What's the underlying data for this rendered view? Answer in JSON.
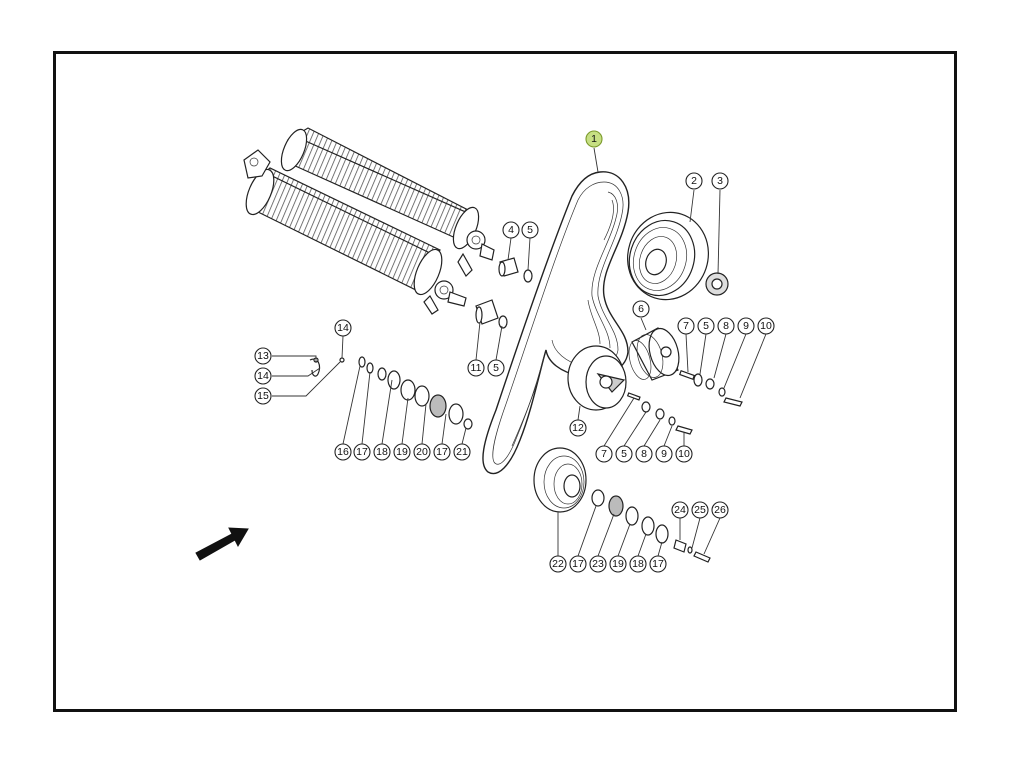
{
  "callouts": [
    {
      "id": "c1",
      "label": "1",
      "highlight": true
    },
    {
      "id": "c2",
      "label": "2"
    },
    {
      "id": "c3",
      "label": "3"
    },
    {
      "id": "c4",
      "label": "4"
    },
    {
      "id": "c5a",
      "label": "5"
    },
    {
      "id": "c6",
      "label": "6"
    },
    {
      "id": "c7a",
      "label": "7"
    },
    {
      "id": "c5b",
      "label": "5"
    },
    {
      "id": "c8a",
      "label": "8"
    },
    {
      "id": "c9a",
      "label": "9"
    },
    {
      "id": "c10a",
      "label": "10"
    },
    {
      "id": "c14a",
      "label": "14"
    },
    {
      "id": "c13",
      "label": "13"
    },
    {
      "id": "c14b",
      "label": "14"
    },
    {
      "id": "c15",
      "label": "15"
    },
    {
      "id": "c11",
      "label": "11"
    },
    {
      "id": "c5c",
      "label": "5"
    },
    {
      "id": "c12",
      "label": "12"
    },
    {
      "id": "c16",
      "label": "16"
    },
    {
      "id": "c17a",
      "label": "17"
    },
    {
      "id": "c18a",
      "label": "18"
    },
    {
      "id": "c19a",
      "label": "19"
    },
    {
      "id": "c20",
      "label": "20"
    },
    {
      "id": "c17b",
      "label": "17"
    },
    {
      "id": "c21",
      "label": "21"
    },
    {
      "id": "c7b",
      "label": "7"
    },
    {
      "id": "c5d",
      "label": "5"
    },
    {
      "id": "c8b",
      "label": "8"
    },
    {
      "id": "c9b",
      "label": "9"
    },
    {
      "id": "c10b",
      "label": "10"
    },
    {
      "id": "c24",
      "label": "24"
    },
    {
      "id": "c25",
      "label": "25"
    },
    {
      "id": "c26",
      "label": "26"
    },
    {
      "id": "c22",
      "label": "22"
    },
    {
      "id": "c17c",
      "label": "17"
    },
    {
      "id": "c23",
      "label": "23"
    },
    {
      "id": "c19b",
      "label": "19"
    },
    {
      "id": "c18b",
      "label": "18"
    },
    {
      "id": "c17d",
      "label": "17"
    }
  ],
  "colors": {
    "frame": "#111111",
    "highlight_fill": "#c6df83",
    "highlight_stroke": "#7b9a2b",
    "arrow": "#111111"
  },
  "icons": {
    "direction_arrow": "arrow-up-right-icon"
  }
}
